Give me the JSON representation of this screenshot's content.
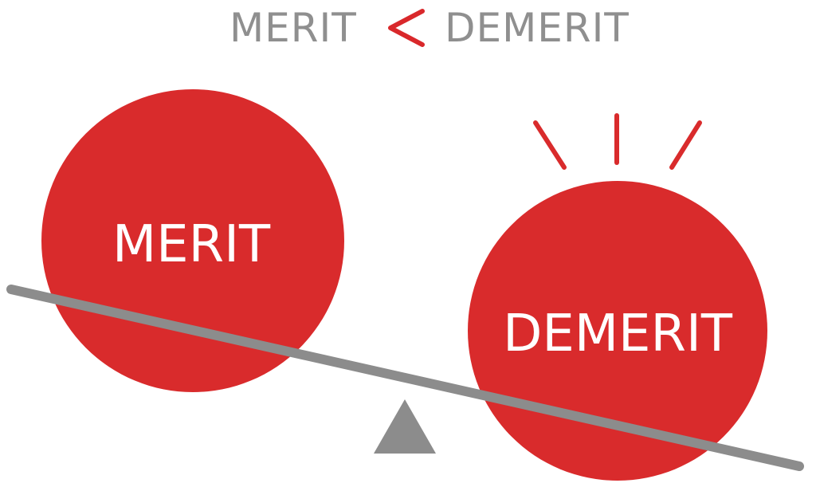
{
  "title": {
    "left": "MERIT",
    "operator": "<",
    "right": "DEMERIT"
  },
  "balls": {
    "merit": {
      "label": "MERIT"
    },
    "demerit": {
      "label": "DEMERIT"
    }
  },
  "colors": {
    "title_text": "#8f8f8f",
    "operator": "#d9282b",
    "ball_fill": "#d92b2c",
    "ball_text": "#ffffff",
    "beam": "#8c8c8c",
    "fulcrum": "#8c8c8c",
    "impact_lines": "#d92b2c"
  },
  "icons": {
    "fulcrum": "triangle-fulcrum-icon",
    "impact": "emphasis-lines-icon"
  }
}
